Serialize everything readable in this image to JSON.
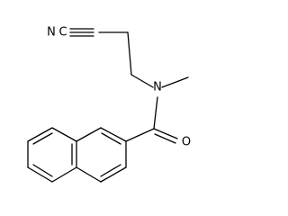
{
  "molecule": {
    "atoms": {
      "nitrile_carbon": "C",
      "nitrile_nitrogen": "N",
      "amide_nitrogen": "N",
      "carbonyl_oxygen": "O"
    }
  }
}
